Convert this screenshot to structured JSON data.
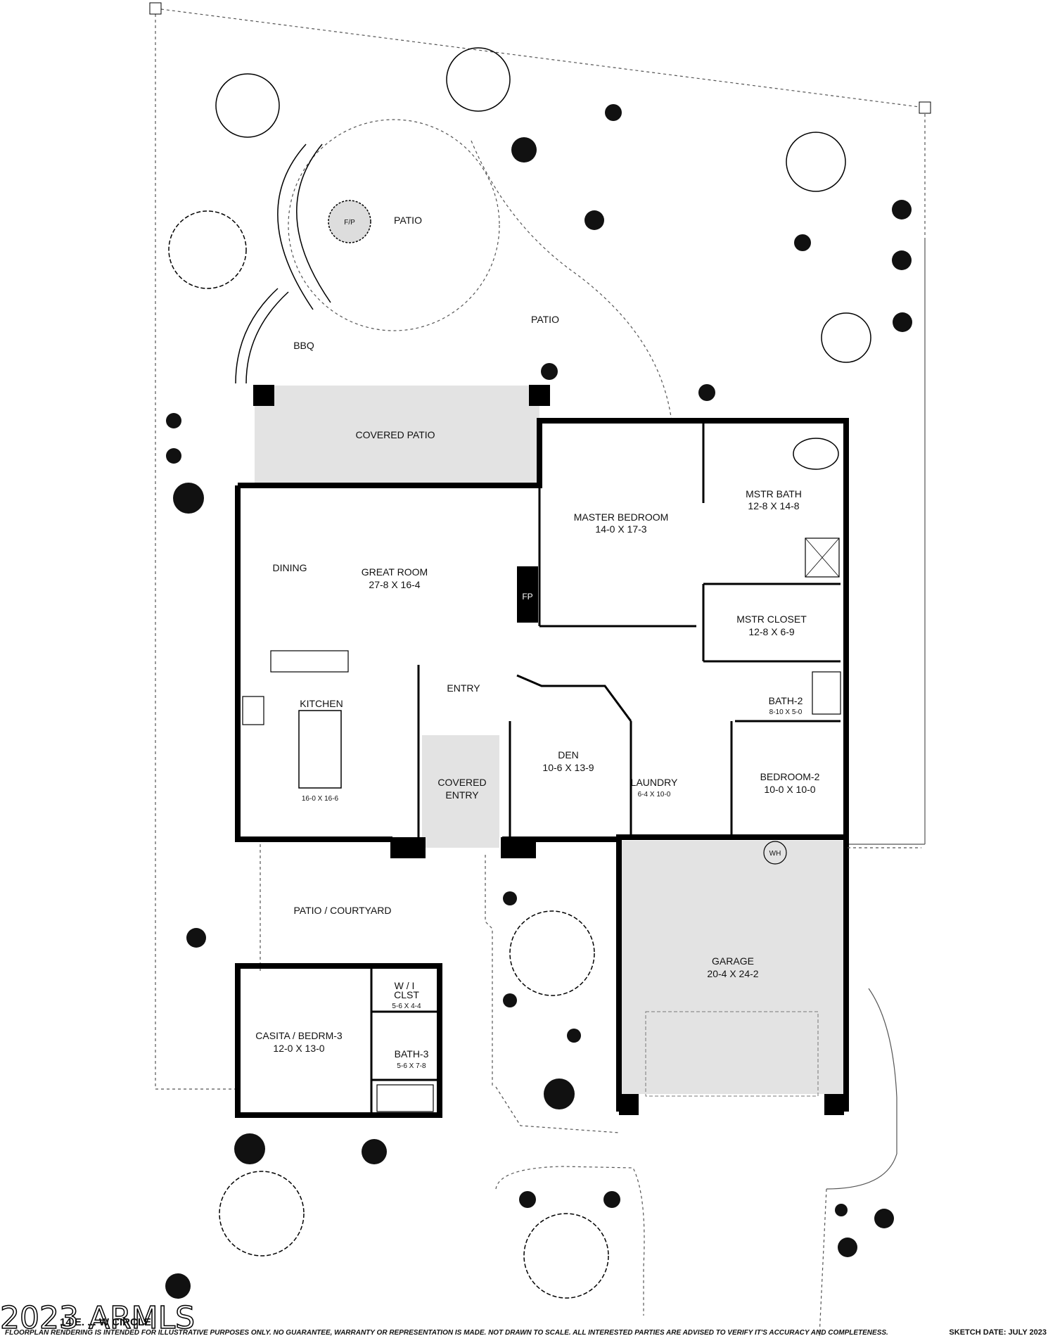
{
  "rooms": {
    "patio_1": "PATIO",
    "fire_pit": "F/P",
    "patio_2": "PATIO",
    "bbq": "BBQ",
    "covered_patio": "COVERED PATIO",
    "master_bedroom": "MASTER BEDROOM",
    "master_bedroom_dim": "14-0  X  17-3",
    "mstr_bath": "MSTR BATH",
    "mstr_bath_dim": "12-8 X 14-8",
    "dining": "DINING",
    "great_room": "GREAT ROOM",
    "great_room_dim": "27-8  X  16-4",
    "fireplace": "FP",
    "mstr_closet": "MSTR CLOSET",
    "mstr_closet_dim": "12-8  X  6-9",
    "entry": "ENTRY",
    "kitchen": "KITCHEN",
    "kitchen_dim": "16-0 X 16-6",
    "bath_2": "BATH-2",
    "bath_2_dim": "8-10 X 5-0",
    "den": "DEN",
    "den_dim": "10-6 X 13-9",
    "covered_entry_1": "COVERED",
    "covered_entry_2": "ENTRY",
    "laundry": "LAUNDRY",
    "laundry_dim": "6-4 X 10-0",
    "bedroom_2": "BEDROOM-2",
    "bedroom_2_dim": "10-0  X  10-0",
    "water_heater": "WH",
    "patio_courtyard": "PATIO  /  COURTYARD",
    "garage": "GARAGE",
    "garage_dim": "20-4 X 24-2",
    "wi_clst_1": "W / I",
    "wi_clst_2": "CLST",
    "wi_clst_dim": "5-6 X 4-4",
    "casita": "CASITA / BEDRM-3",
    "casita_dim": "12-0  X  13-0",
    "bath_3": "BATH-3",
    "bath_3_dim": "5-6 X 7-8"
  },
  "footer": {
    "watermark": "2023 ARMLS",
    "address": "14 E. ... W CIRCLE",
    "disclaimer": "FLOORPLAN RENDERING IS INTENDED FOR ILLUSTRATIVE PURPOSES ONLY.  NO GUARANTEE, WARRANTY OR REPRESENTATION IS MADE.  NOT DRAWN TO SCALE.  ALL INTERESTED PARTIES ARE ADVISED TO VERIFY IT'S ACCURACY AND COMPLETENESS.",
    "sketch_date": "SKETCH DATE:   JULY 2023"
  }
}
